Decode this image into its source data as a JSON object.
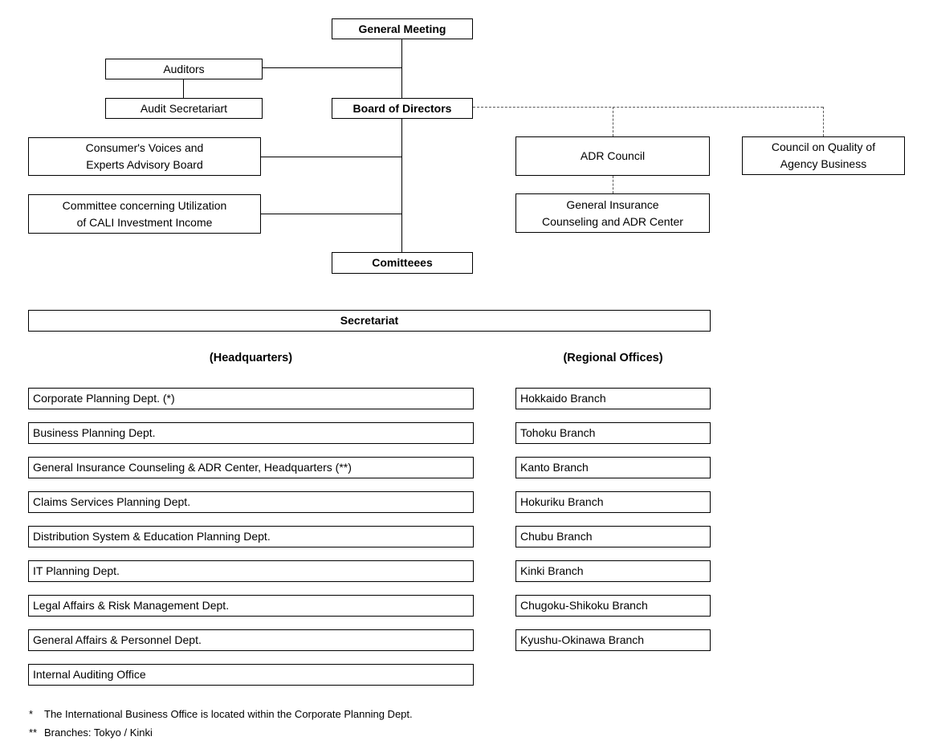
{
  "chart": {
    "general_meeting": "General Meeting",
    "auditors": "Auditors",
    "audit_secretariat": "Audit Secretariart",
    "board_of_directors": "Board of Directors",
    "consumers_voices": "Consumer's Voices and\nExperts Advisory Board",
    "committee_cali": "Committee concerning Utilization\nof CALI Investment Income",
    "committees": "Comitteees",
    "adr_council": "ADR Council",
    "council_quality": "Council on Quality of\nAgency Business",
    "gi_adr_center": "General Insurance\nCounseling and ADR Center",
    "secretariat": "Secretariat"
  },
  "headquarters": {
    "title": "(Headquarters)",
    "items": [
      "Corporate Planning Dept. (*)",
      "Business Planning Dept.",
      "General Insurance Counseling & ADR Center, Headquarters (**)",
      "Claims Services Planning Dept.",
      "Distribution System & Education Planning Dept.",
      "IT Planning Dept.",
      "Legal Affairs & Risk Management Dept.",
      "General Affairs & Personnel Dept.",
      "Internal Auditing Office"
    ]
  },
  "regional_offices": {
    "title": "(Regional Offices)",
    "items": [
      "Hokkaido Branch",
      "Tohoku Branch",
      "Kanto Branch",
      "Hokuriku Branch",
      "Chubu Branch",
      "Kinki Branch",
      "Chugoku-Shikoku Branch",
      "Kyushu-Okinawa Branch"
    ]
  },
  "footnotes": [
    {
      "marker": "*",
      "text": "The International Business Office is located within the Corporate Planning Dept."
    },
    {
      "marker": "**",
      "text": "Branches: Tokyo / Kinki"
    }
  ],
  "colors": {
    "background": "#ffffff",
    "text": "#000000",
    "box_border": "#000000",
    "solid_line": "#000000",
    "dashed_line": "#595959"
  }
}
